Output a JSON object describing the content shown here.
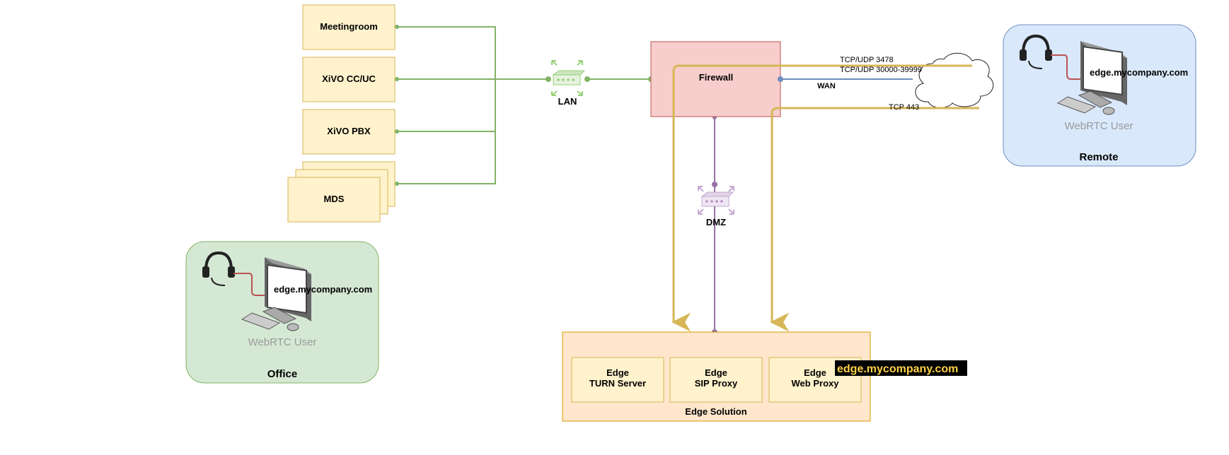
{
  "nodes": {
    "meetingroom": "Meetingroom",
    "xivo_ccuc": "XiVO CC/UC",
    "xivo_pbx": "XiVO PBX",
    "mds": "MDS",
    "lan": "LAN",
    "firewall": "Firewall",
    "dmz": "DMZ",
    "wan": "WAN",
    "edge_turn_line1": "Edge",
    "edge_turn_line2": "TURN Server",
    "edge_sip_line1": "Edge",
    "edge_sip_line2": "SIP Proxy",
    "edge_web_line1": "Edge",
    "edge_web_line2": "Web Proxy",
    "edge_solution": "Edge Solution",
    "edge_url_badge": "edge.mycompany.com"
  },
  "ports": {
    "stun": "TCP/UDP 3478",
    "media": "TCP/UDP 30000-39999",
    "https": "TCP 443"
  },
  "remote": {
    "url": "edge.mycompany.com",
    "user": "WebRTC User",
    "title": "Remote"
  },
  "office": {
    "url": "edge.mycompany.com",
    "user": "WebRTC User",
    "title": "Office"
  },
  "colors": {
    "lan_link": "#82b366",
    "dmz_link": "#9673a6",
    "wan_link": "#6c8ebf",
    "port_link": "#d6b656",
    "firewall_fill": "#f8cecc",
    "firewall_stroke": "#b85450",
    "server_fill": "#fff2cc",
    "server_stroke": "#d6b656",
    "edge_fill": "#ffe6cc",
    "edge_stroke": "#d79b00",
    "remote_fill": "#dae8fc",
    "remote_stroke": "#6c8ebf",
    "office_fill": "#d5e8d4",
    "office_stroke": "#82b366"
  }
}
